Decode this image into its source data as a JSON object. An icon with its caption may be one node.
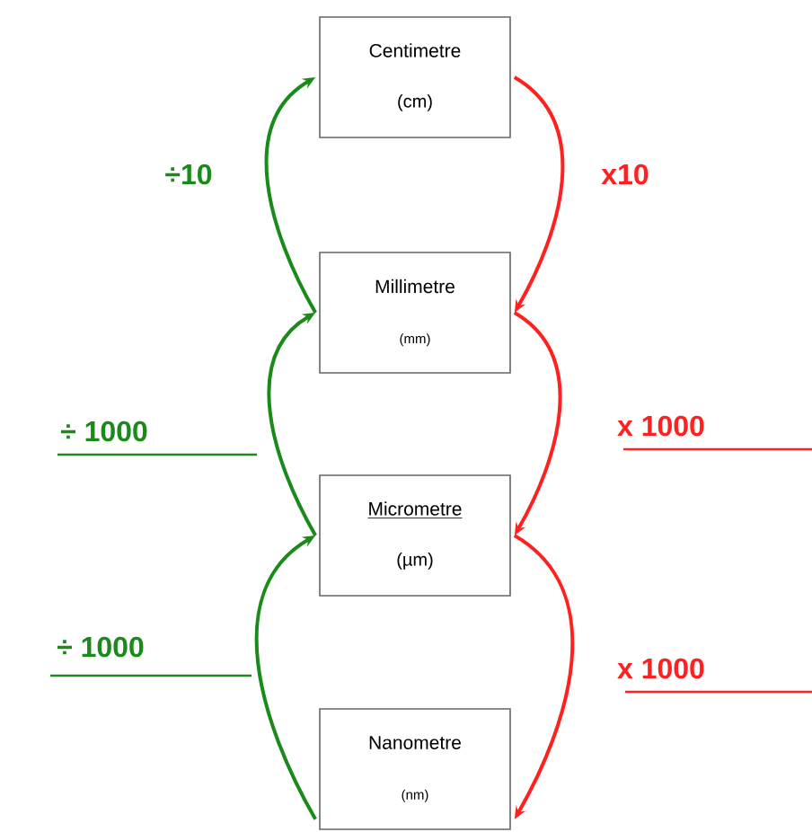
{
  "diagram": {
    "nodes": [
      {
        "text": [
          "Centimetre",
          "(cm)"
        ]
      },
      {
        "text": [
          "Millimetre",
          "(mm)"
        ]
      },
      {
        "text": [
          "Micrometre",
          "(µm)"
        ]
      },
      {
        "text": [
          "Nanometre",
          "(nm)"
        ]
      }
    ],
    "edges": [
      {
        "from": 1,
        "to": 0,
        "arrow": "to",
        "label": "÷10",
        "color": "#1a8a1a"
      },
      {
        "from": 0,
        "to": 1,
        "arrow": "to",
        "label": "x10",
        "color": "#ff2020"
      },
      {
        "from": 2,
        "to": 1,
        "arrow": "to",
        "label": "÷ 1000",
        "color": "#1a8a1a"
      },
      {
        "from": 1,
        "to": 2,
        "arrow": "to",
        "label": "x 1000",
        "color": "#ff2020"
      },
      {
        "from": 3,
        "to": 2,
        "arrow": "to",
        "label": "÷ 1000",
        "color": "#1a8a1a"
      },
      {
        "from": 2,
        "to": 3,
        "arrow": "to",
        "label": "x 1000",
        "color": "#ff2020"
      }
    ]
  }
}
